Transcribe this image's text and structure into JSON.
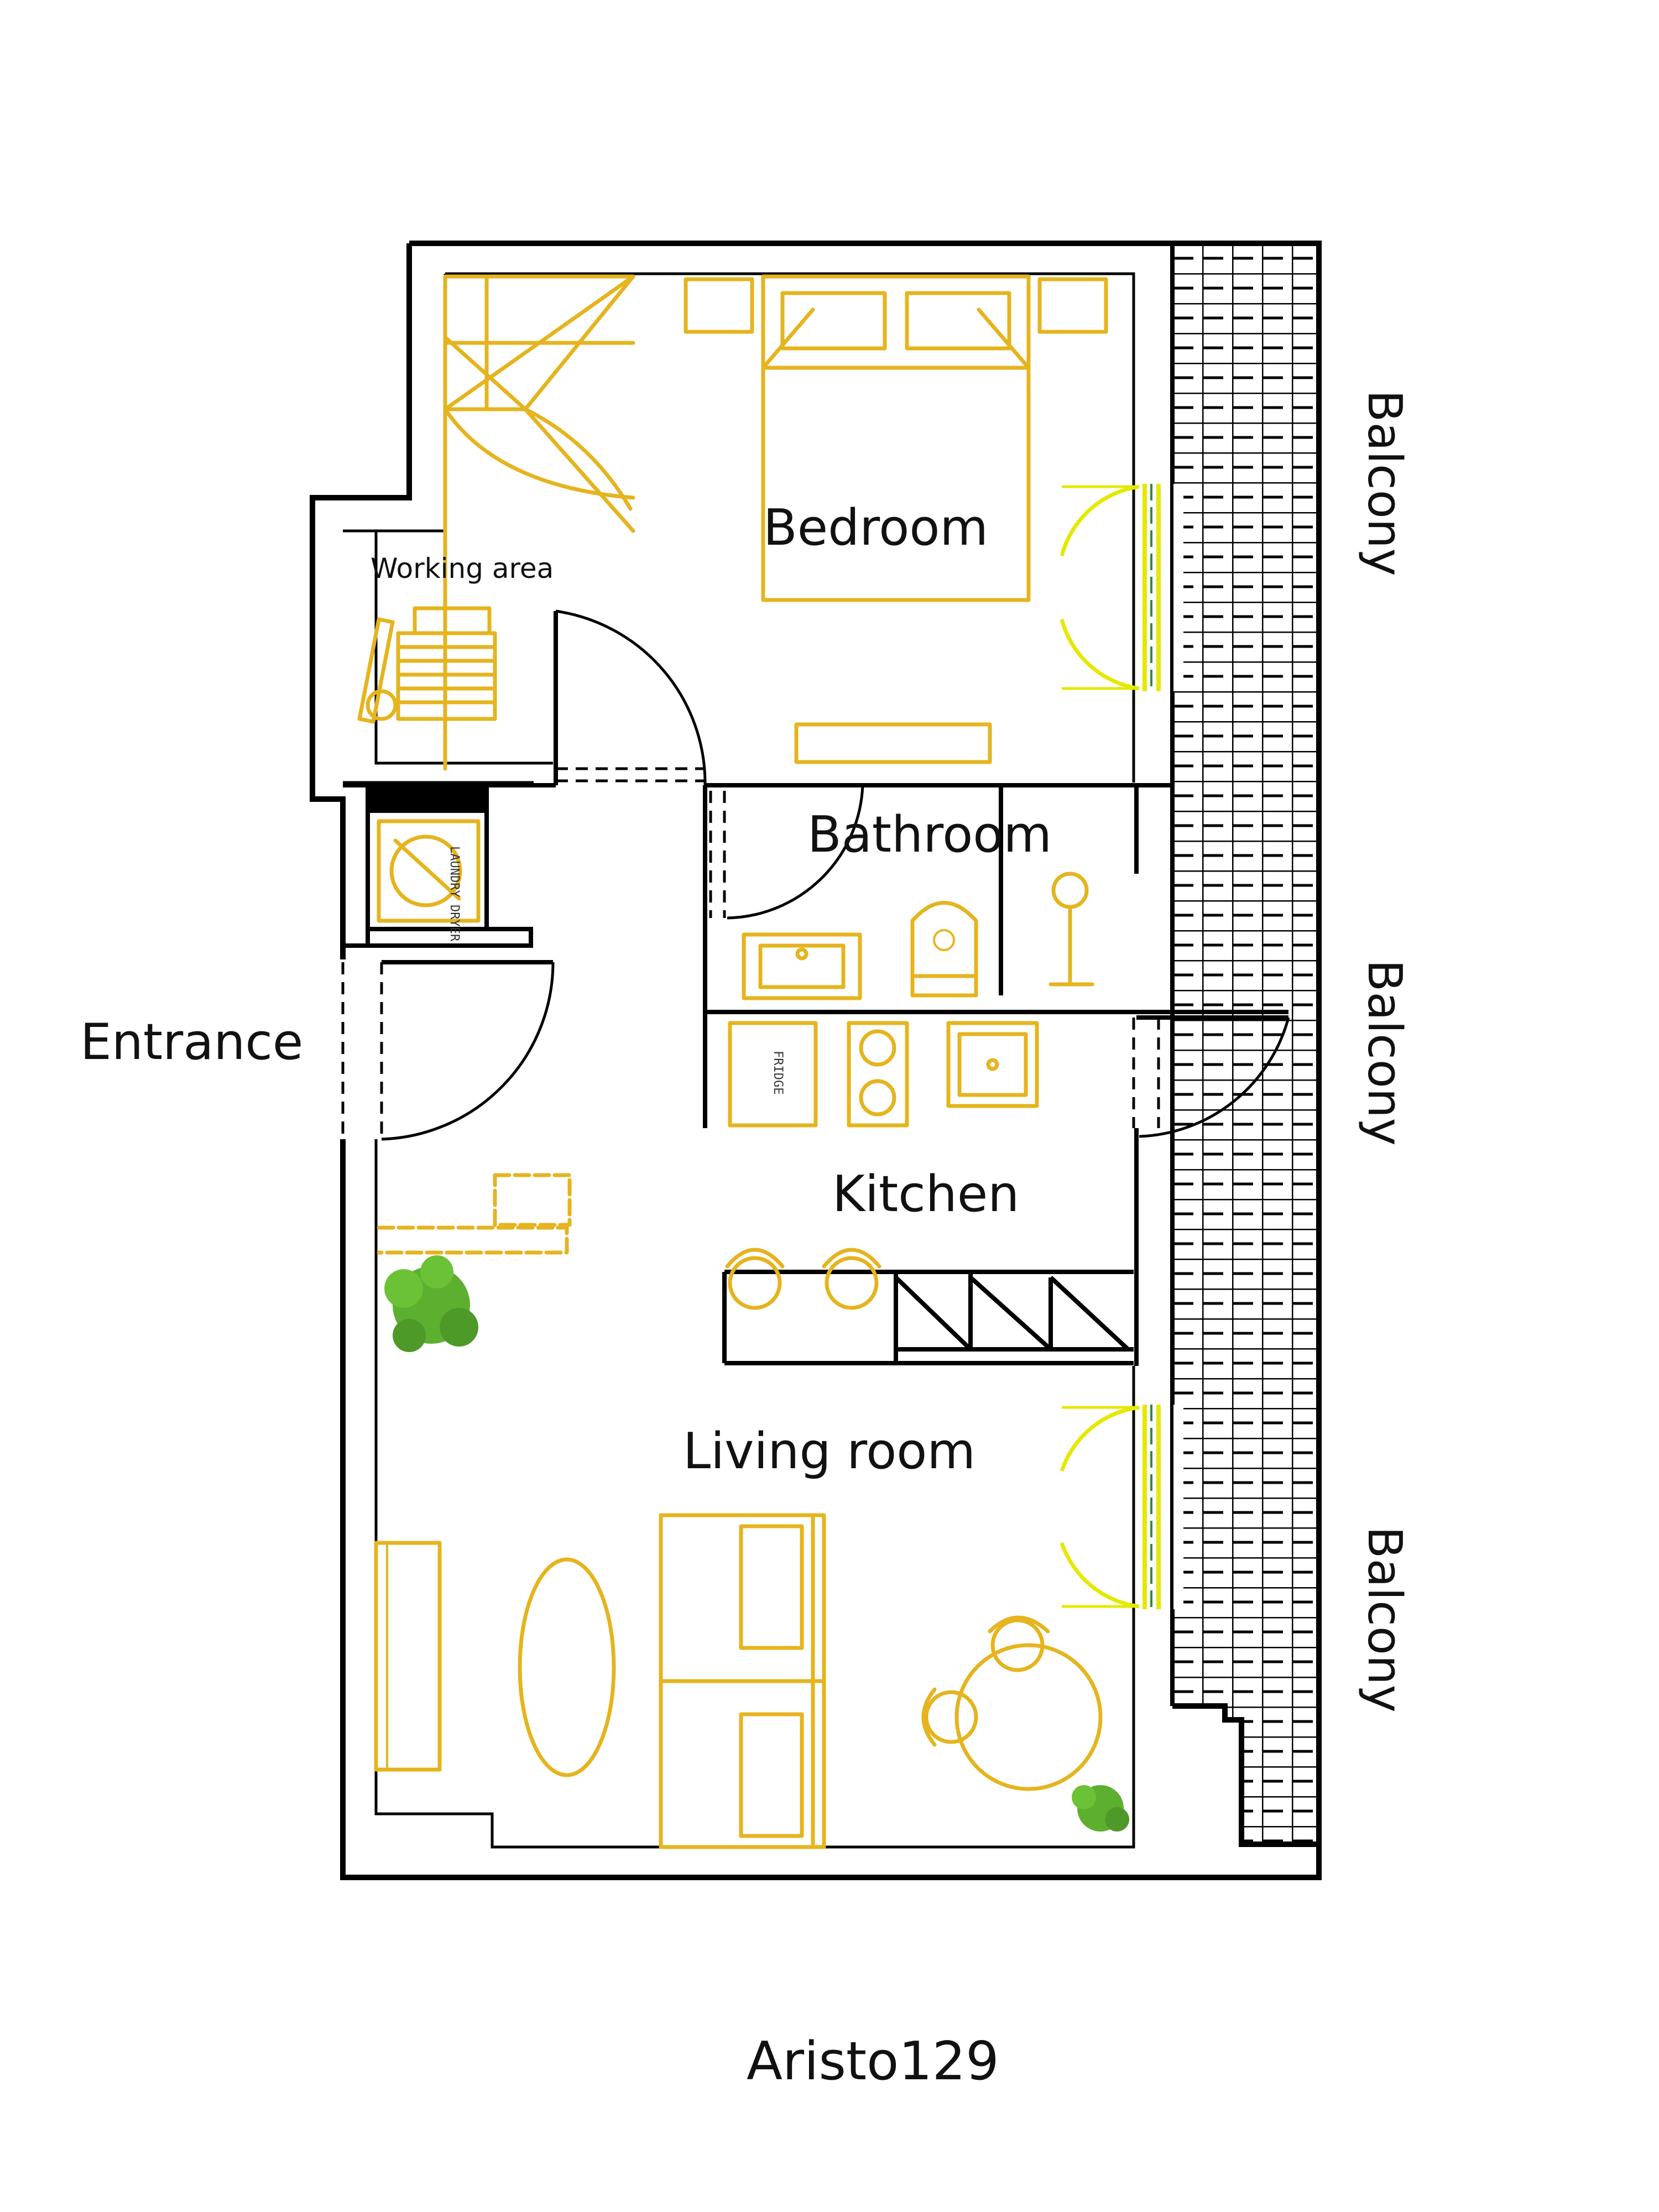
{
  "rooms": {
    "bedroom": "Bedroom",
    "working_area": "Working area",
    "bathroom": "Bathroom",
    "kitchen": "Kitchen",
    "living_room": "Living room",
    "entrance": "Entrance"
  },
  "balconies": [
    "Balcony",
    "Balcony",
    "Balcony"
  ],
  "fixtures": {
    "fridge": "FRIDGE",
    "laundry": "LAUNDRY DRYER"
  },
  "footer": "Aristo129",
  "colors": {
    "walls": "#000000",
    "furniture": "#E5B41E",
    "plant": "#5DB02F",
    "window": "#E5E800"
  }
}
